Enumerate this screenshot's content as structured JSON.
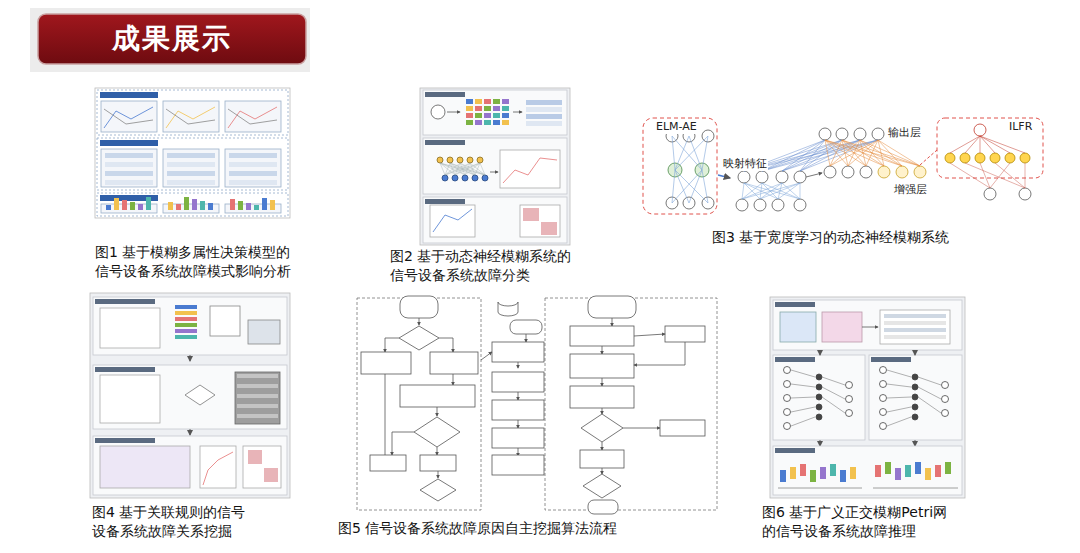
{
  "diagram": {
    "title": "成果展示",
    "nodes": [
      {
        "text": [
          "图1 基于模糊多属性决策模型的 信号设备系统故障模式影响分析"
        ]
      },
      {
        "text": [
          "图2 基于动态神经模糊系统的 信号设备系统故障分类"
        ]
      },
      {
        "text": [
          "图3 基于宽度学习的动态神经模糊系统"
        ]
      },
      {
        "text": [
          "图4 基于关联规则的信号 设备系统故障关系挖掘"
        ]
      },
      {
        "text": [
          "图5 信号设备系统故障原因自主挖掘算法流程"
        ]
      },
      {
        "text": [
          "图6 基于广义正交模糊Petri网 的信号设备系统故障推理"
        ]
      }
    ],
    "labels": [
      "ELM-AE",
      "映射特征",
      "输出层",
      "增强层",
      "ILFR"
    ]
  }
}
